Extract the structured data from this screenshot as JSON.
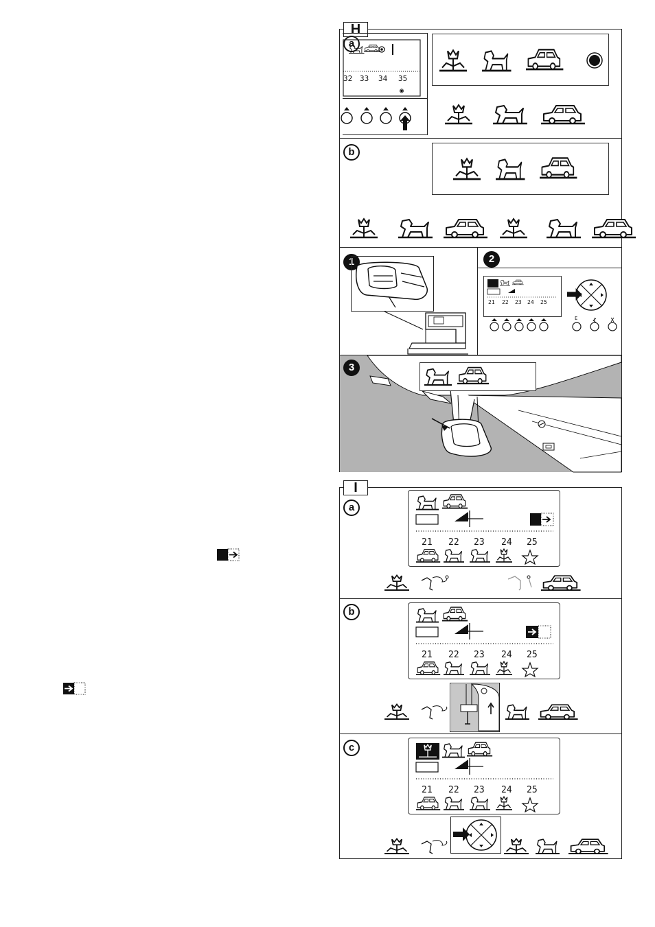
{
  "sections": {
    "h": {
      "tag": "H",
      "panels": [
        {
          "badge": "a",
          "stitch_numbers": [
            "32",
            "33",
            "34",
            "35"
          ]
        },
        {
          "badge": "b"
        },
        {
          "badge": "1"
        },
        {
          "badge": "2",
          "stitch_numbers": [
            "21",
            "22",
            "23",
            "24",
            "25"
          ],
          "button_labels": [
            "E",
            "",
            ""
          ]
        },
        {
          "badge": "3"
        }
      ],
      "lcd_mode": "B"
    },
    "i": {
      "tag": "I",
      "panels": [
        {
          "badge": "a"
        },
        {
          "badge": "b"
        },
        {
          "badge": "c"
        }
      ],
      "stitch_numbers": [
        "21",
        "22",
        "23",
        "24",
        "25"
      ],
      "lcd_mode": "B"
    }
  },
  "colors": {
    "ink": "#111111",
    "fabric": "#b3b3b3",
    "paper": "#ffffff"
  },
  "icons": [
    "tulip-stitch-icon",
    "dog-stitch-icon",
    "car-stitch-icon",
    "arrow-right-icon",
    "navigation-dial-icon",
    "presser-foot-icon",
    "sewing-machine-icon"
  ]
}
